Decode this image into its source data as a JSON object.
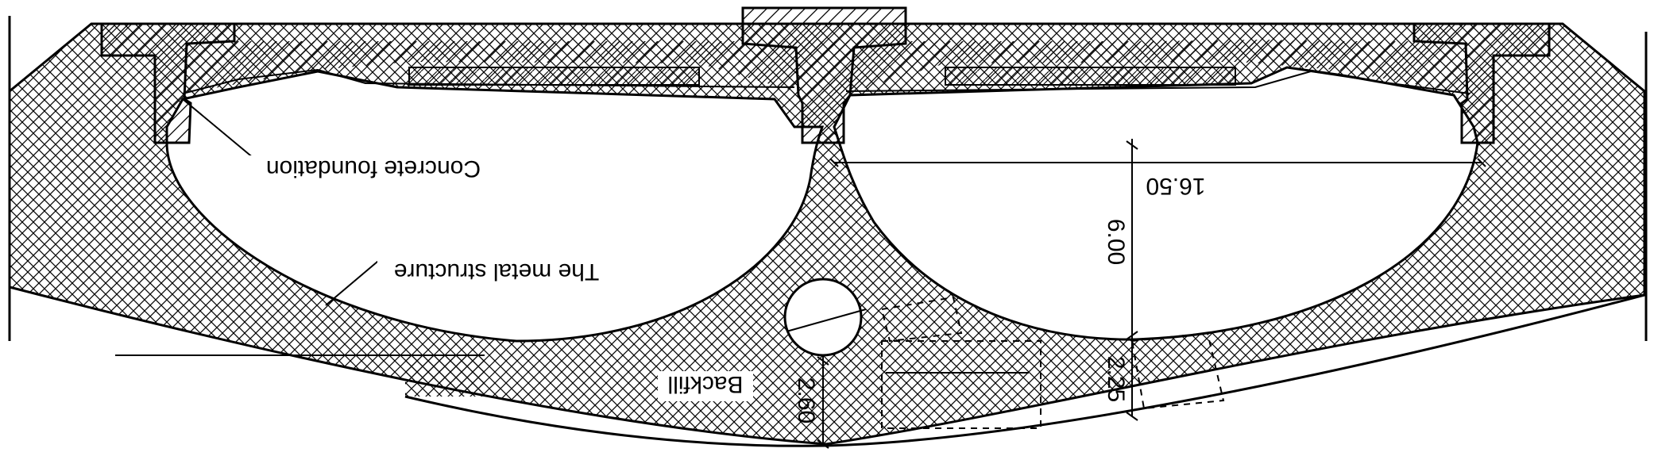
{
  "labels": {
    "concrete_foundation": "Concrete foundation",
    "metal_structure": "The metal structure",
    "backfill": "Backfill"
  },
  "dimensions": {
    "span": "16.50",
    "rise": "6.00",
    "cover_crown": "2.25",
    "pipe_cover": "2.60"
  },
  "colors": {
    "line": "#000000",
    "background": "#ffffff"
  }
}
